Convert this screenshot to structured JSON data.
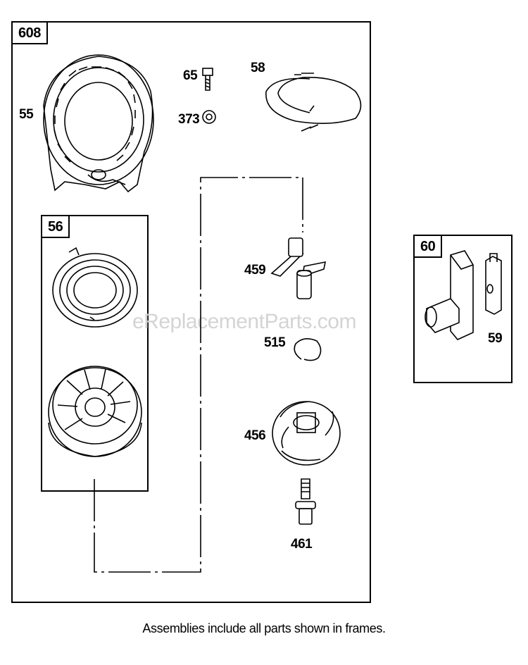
{
  "watermark": "eReplacementParts.com",
  "caption": "Assemblies include all parts shown in frames.",
  "frames": {
    "main": "608",
    "recoil": "56",
    "side": "60"
  },
  "parts": {
    "p55": "55",
    "p65": "65",
    "p373": "373",
    "p58": "58",
    "p459": "459",
    "p515": "515",
    "p456": "456",
    "p461": "461",
    "p59": "59"
  },
  "icons": [
    "blower-housing-icon",
    "bolt-icon",
    "nut-icon",
    "rope-icon",
    "spring-icon",
    "pulley-icon",
    "dog-icon",
    "retainer-ring-icon",
    "cup-icon",
    "screw-icon",
    "handle-icon",
    "insert-icon"
  ]
}
